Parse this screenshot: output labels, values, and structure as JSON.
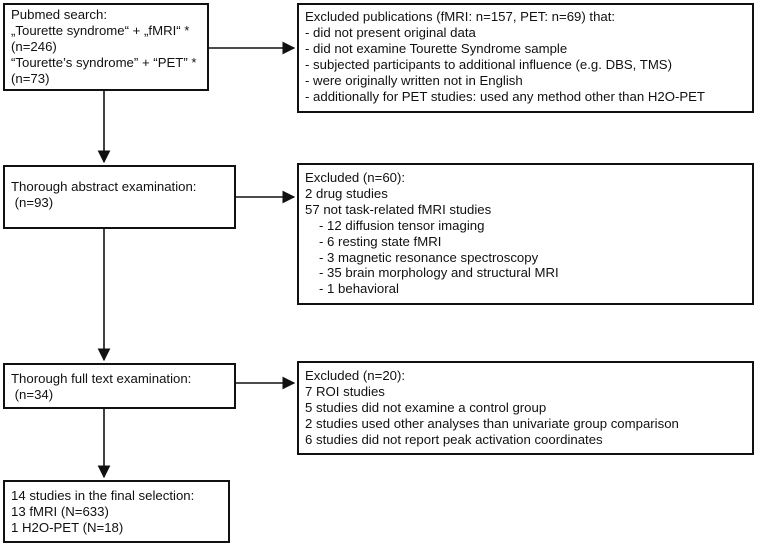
{
  "flow": {
    "search": {
      "lines": [
        "Pubmed search:",
        "„Tourette syndrome“ + „fMRI“ *",
        "(n=246)",
        "“Tourette’s syndrome” + “PET” *",
        "(n=73)"
      ]
    },
    "abstract": {
      "lines": [
        "Thorough abstract examination:",
        " (n=93)"
      ]
    },
    "fulltext": {
      "lines": [
        "Thorough full text examination:",
        " (n=34)"
      ]
    },
    "final": {
      "lines": [
        "14 studies in the final selection:",
        "13 fMRI (N=633)",
        "1 H2O-PET (N=18)"
      ]
    }
  },
  "exclusions": {
    "excl1": {
      "lines": [
        "Excluded publications (fMRI: n=157, PET: n=69) that:",
        "- did not present original data",
        "- did not examine Tourette Syndrome sample",
        "- subjected participants to additional influence (e.g. DBS, TMS)",
        "- were originally written not in English",
        "- additionally for PET studies: used any method other than H2O-PET"
      ]
    },
    "excl2": {
      "header": [
        "Excluded (n=60):",
        "2 drug studies",
        "57 not task-related fMRI studies"
      ],
      "sub": [
        "- 12 diffusion tensor imaging",
        "- 6 resting state fMRI",
        "- 3 magnetic resonance spectroscopy",
        "- 35 brain morphology and structural MRI",
        "- 1 behavioral"
      ]
    },
    "excl3": {
      "lines": [
        "Excluded (n=20):",
        "7 ROI studies",
        "5 studies did not examine a control group",
        "2 studies used other analyses than univariate group comparison",
        "6 studies did not report peak activation coordinates"
      ]
    }
  },
  "colors": {
    "line": "#111111",
    "background": "#ffffff"
  }
}
